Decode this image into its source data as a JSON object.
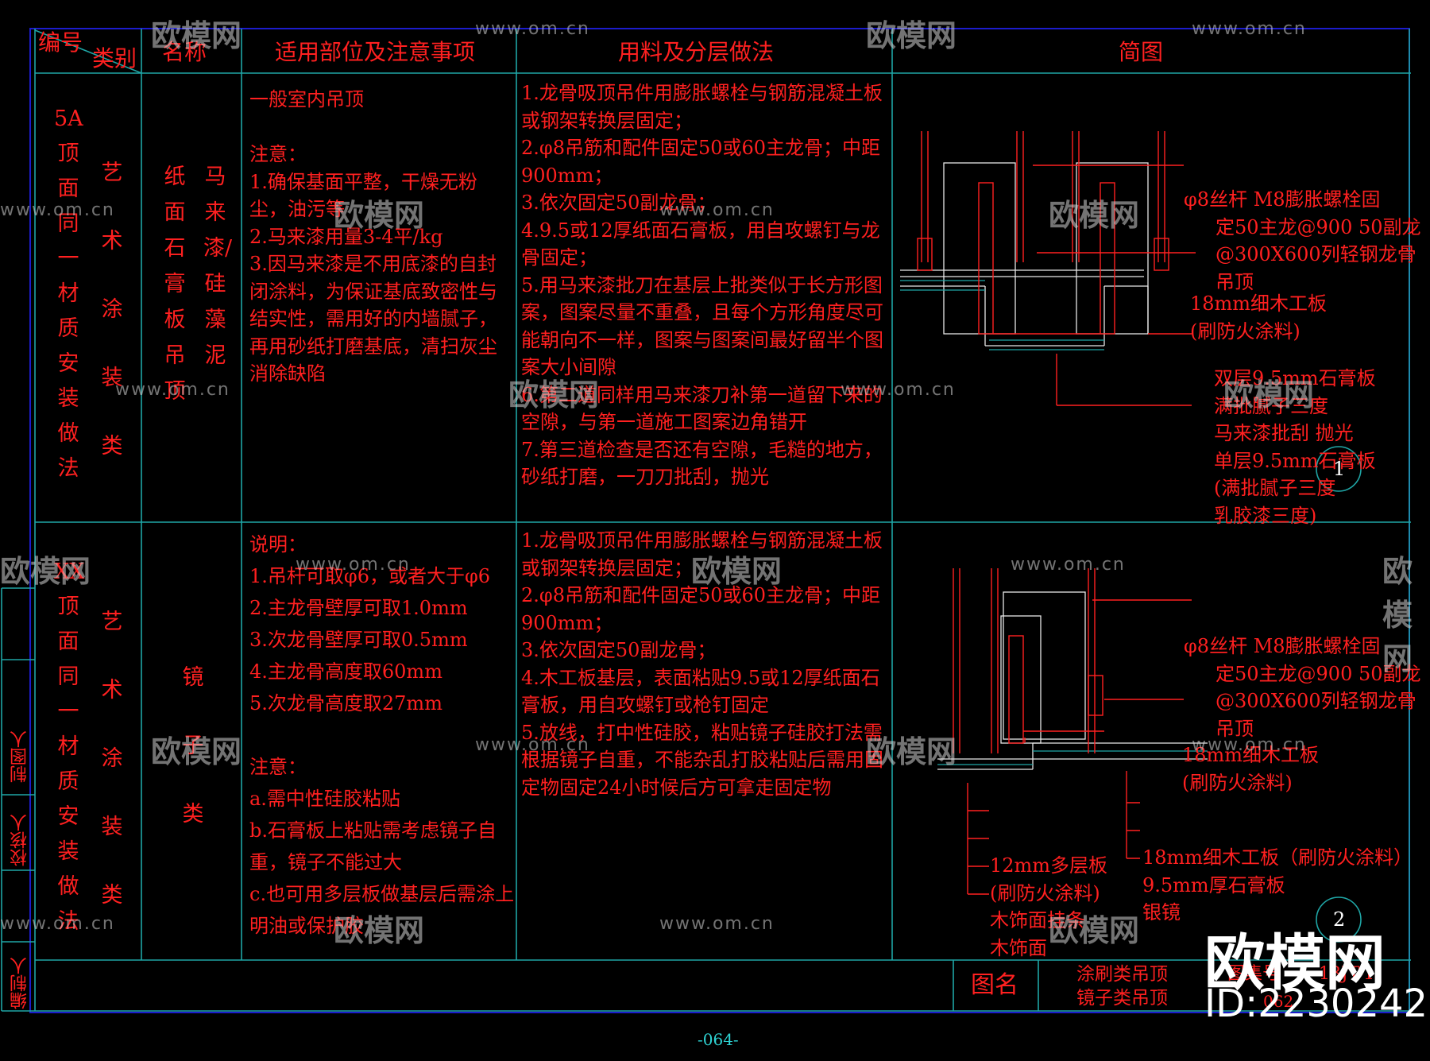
{
  "colors": {
    "background": "#000000",
    "frame": "#1c1ccc",
    "grid": "#1fa6a6",
    "text": "#ff2020",
    "lines": "#ff2020",
    "white": "#ffffff",
    "watermark": "#cfcfcf"
  },
  "header": {
    "bianhao": "编号",
    "leibie": "类别",
    "mingcheng": "名称",
    "buwei": "适用部位及注意事项",
    "yongliao": "用料及分层做法",
    "jiantu": "简图"
  },
  "row1": {
    "code_col": "5A顶面同一材质安装做法",
    "category_col": "艺术涂装类",
    "name_col_a": "纸面石膏板吊顶",
    "name_col_b": "马来漆/硅藻泥",
    "notes": [
      "一般室内吊顶",
      "",
      "注意：",
      "1.确保基面平整，干燥无粉尘，油污等",
      "2.马来漆用量3-4平/kg",
      "3.因马来漆是不用底漆的自封闭涂料，为保证基底致密性与结实性，需用好的内墙腻子，再用砂纸打磨基底，清扫灰尘消除缺陷"
    ],
    "method": [
      "1.龙骨吸顶吊件用膨胀螺栓与钢筋混凝土板或钢架转换层固定；",
      "2.φ8吊筋和配件固定50或60主龙骨；中距900mm；",
      "3.依次固定50副龙骨；",
      "4.9.5或12厚纸面石膏板，用自攻螺钉与龙骨固定；",
      "5.用马来漆批刀在基层上批类似于长方形图案，图案尽量不重叠，且每个方形角度尽可能朝向不一样，图案与图案间最好留半个图案大小间隙",
      "6.第二道同样用马来漆刀补第一道留下来的空隙，与第一道施工图案边角错开",
      "7.第三道检查是否还有空隙，毛糙的地方，砂纸打磨，一刀刀批刮，抛光"
    ],
    "labels": [
      "φ8丝杆 M8膨胀螺栓固",
      "定50主龙@900 50副龙",
      "@300X600列轻钢龙骨",
      "吊顶",
      "18mm细木工板",
      "(刷防火涂料)",
      "双层9.5mm石膏板",
      "满批腻子三度",
      "马来漆批刮 抛光",
      "单层9.5mm石膏板",
      "(满批腻子三度",
      "乳胶漆三度)"
    ],
    "index": "1"
  },
  "row2": {
    "code_col": "XX顶面同一材质安装做法",
    "category_col": "艺术涂装类",
    "name_col": "镜子类",
    "notes": [
      "说明：",
      "1.吊杆可取φ6，或者大于φ6",
      "2.主龙骨壁厚可取1.0mm",
      "3.次龙骨壁厚可取0.5mm",
      "4.主龙骨高度取60mm",
      "5.次龙骨高度取27mm",
      "",
      "注意：",
      "a.需中性硅胶粘贴",
      "b.石膏板上粘贴需考虑镜子自重，镜子不能过大",
      "c.也可用多层板做基层后需涂上明油或保护胶"
    ],
    "method": [
      "1.龙骨吸顶吊件用膨胀螺栓与钢筋混凝土板或钢架转换层固定；",
      "2.φ8吊筋和配件固定50或60主龙骨；中距900mm；",
      "3.依次固定50副龙骨；",
      "4.木工板基层，表面粘贴9.5或12厚纸面石膏板，用自攻螺钉或枪钉固定",
      "5.放线，打中性硅胶，粘贴镜子硅胶打法需根据镜子自重，不能杂乱打胶粘贴后需用固定物固定24小时候后方可拿走固定物"
    ],
    "labels_top": [
      "φ8丝杆 M8膨胀螺栓固",
      "定50主龙@900 50副龙",
      "@300X600列轻钢龙骨",
      "吊顶",
      "18mm细木工板",
      "(刷防火涂料)"
    ],
    "labels_left": [
      "12mm多层板",
      "(刷防火涂料)",
      "木饰面挂条",
      "木饰面"
    ],
    "labels_right": [
      "18mm细木工板（刷防火涂料）",
      "9.5mm厚石膏板",
      "银镜"
    ],
    "index": "2"
  },
  "title_block": {
    "tuming": "图名",
    "name1": "涂刷类吊顶",
    "name2": "镜子类吊顶",
    "tujihao": "图集号",
    "code": "13JT-1",
    "page_no": "062"
  },
  "side_labels": [
    "制图人",
    "校核人",
    "编制人"
  ],
  "page_number": "-064-",
  "watermark": {
    "logo": "欧模网",
    "url": "www.om.cn"
  },
  "brand": {
    "logo": "欧模网",
    "id": "ID:2230242"
  }
}
